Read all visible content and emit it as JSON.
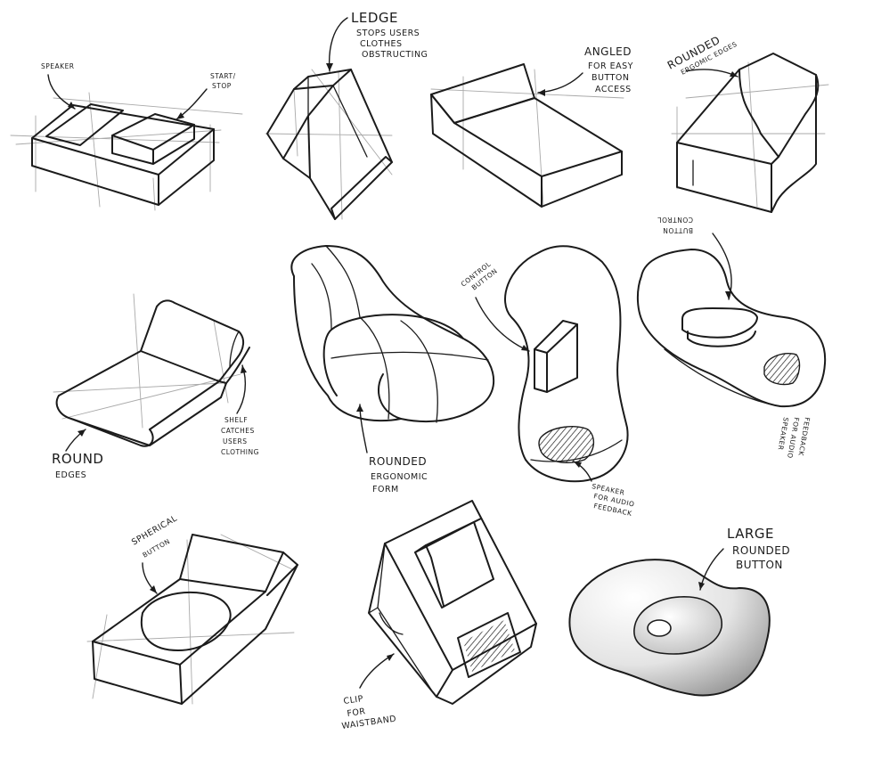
{
  "sheet": {
    "ink": "#1b1b1b",
    "guide": "#a9a9a9",
    "paper": "#ffffff",
    "shade_light": "#ffffff",
    "shade_dark": "#8a8a8a"
  },
  "annotations": {
    "speaker": [
      "SPEAKER"
    ],
    "start_stop": [
      "START/",
      "STOP"
    ],
    "ledge": [
      "LEDGE",
      "STOPS USERS",
      "CLOTHES",
      "OBSTRUCTING"
    ],
    "angled": [
      "ANGLED",
      "FOR EASY",
      "BUTTON",
      "ACCESS"
    ],
    "rounded_ergonomic_edges": [
      "ROUNDED",
      "ERGOMIC EDGES"
    ],
    "round_edges": [
      "ROUND",
      "EDGES"
    ],
    "shelf": [
      "SHELF",
      "CATCHES",
      "USERS",
      "CLOTHING"
    ],
    "rounded_ergonomic_form": [
      "ROUNDED",
      "ERGONOMIC",
      "FORM"
    ],
    "control_button": [
      "CONTROL",
      "BUTTON"
    ],
    "control_button_2": [
      "CONTROL",
      "BUTTON"
    ],
    "speaker_audio": [
      "SPEAKER",
      "FOR AUDIO",
      "FEEDBACK"
    ],
    "speaker_audio_2": [
      "SPEAKER",
      "FOR AUDIO",
      "FEEDBACK"
    ],
    "spherical_button": [
      "SPHERICAL",
      "BUTTON"
    ],
    "clip": [
      "CLIP",
      "FOR",
      "WAISTBAND"
    ],
    "large_rounded_button": [
      "LARGE",
      "ROUNDED",
      "BUTTON"
    ]
  }
}
